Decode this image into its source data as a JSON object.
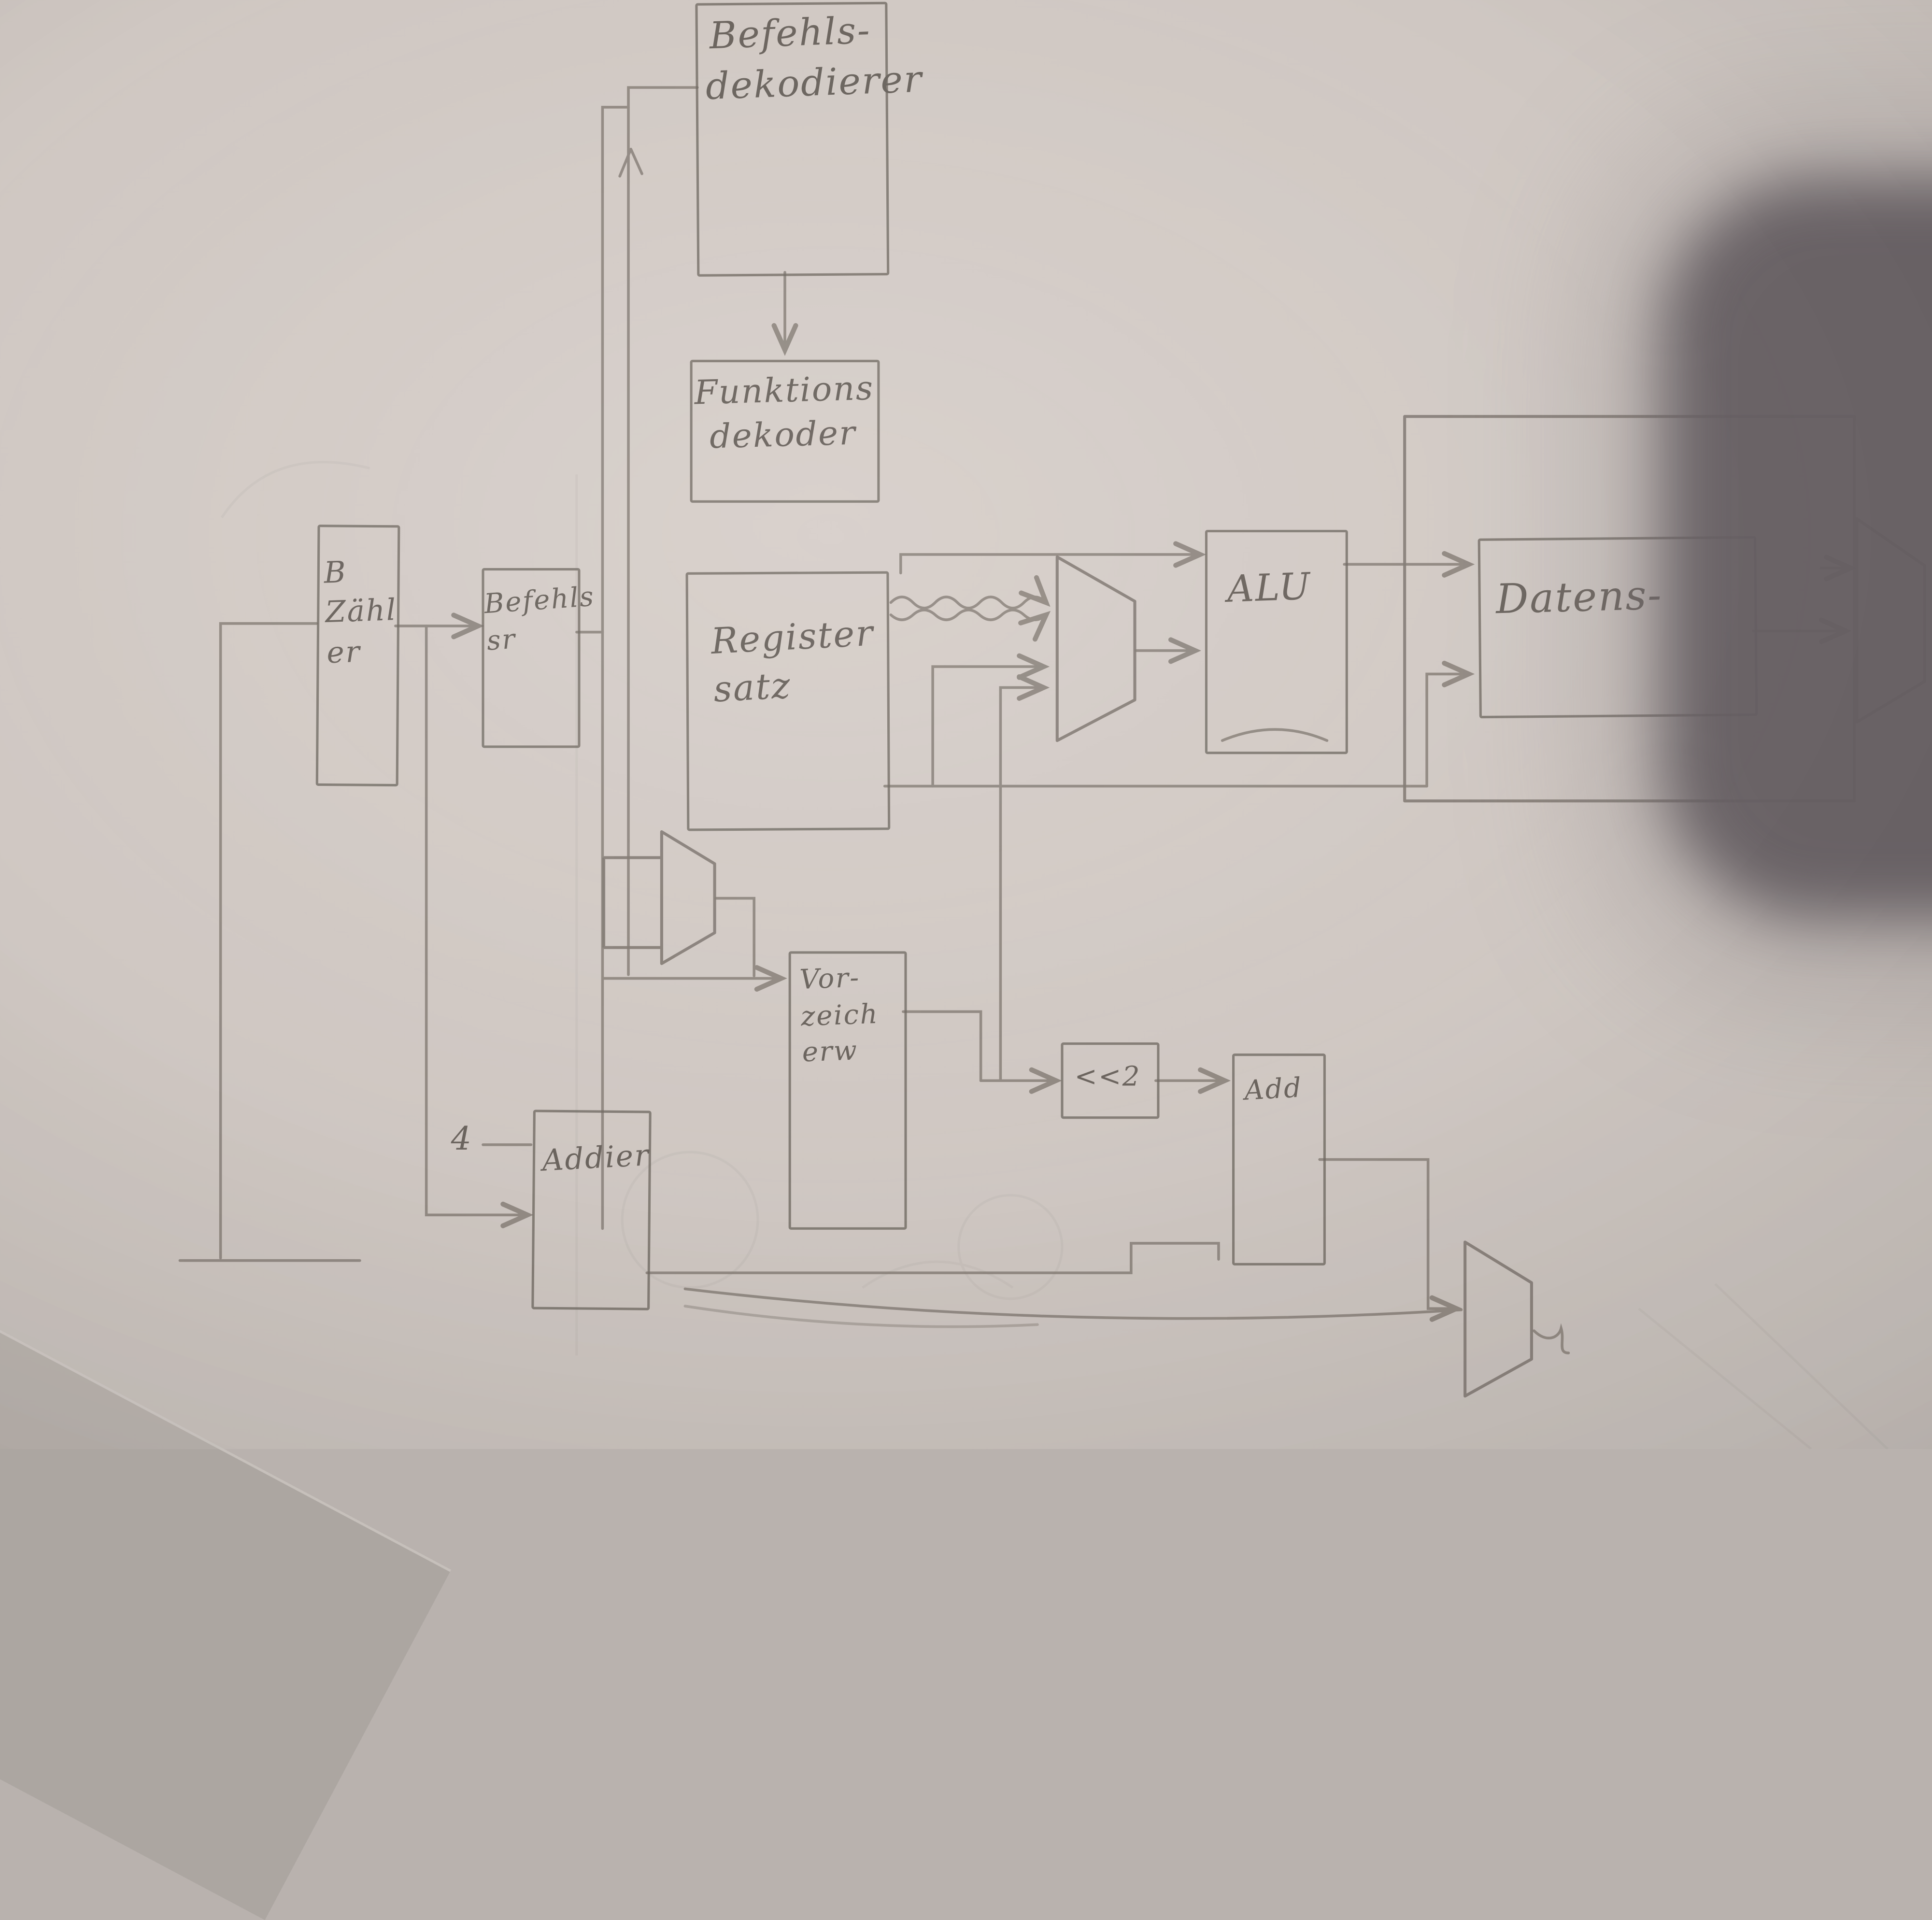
{
  "palette": {
    "paper": "#d0c8c3",
    "pencil": "#8a827b",
    "text_pencil": "#6b645e",
    "camera_shadow": "#655e62"
  },
  "nodes": {
    "befehlsdekodierer": {
      "lines": [
        "Befehls-",
        "dekodierer"
      ]
    },
    "funktionsdekoder": {
      "lines": [
        "Funktions",
        "dekoder"
      ]
    },
    "befehlszaehler": {
      "lines": [
        "B",
        "Zähl",
        "er"
      ]
    },
    "befehlsregister": {
      "lines": [
        "Befehls",
        "sr"
      ]
    },
    "registersatz": {
      "lines": [
        "Register",
        "satz"
      ]
    },
    "alu": {
      "lines": [
        "ALU"
      ]
    },
    "datenspeicher": {
      "lines": [
        "Datens-"
      ]
    },
    "vorzeichenerweiterung": {
      "lines": [
        "Vor-",
        "zeich",
        "erw"
      ]
    },
    "shift_left_2": {
      "lines": [
        "<<2"
      ]
    },
    "addierer_rechts": {
      "lines": [
        "Add"
      ]
    },
    "addierer_pc": {
      "lines": [
        "Addier"
      ]
    },
    "konstante_4": {
      "lines": [
        "4"
      ]
    }
  }
}
